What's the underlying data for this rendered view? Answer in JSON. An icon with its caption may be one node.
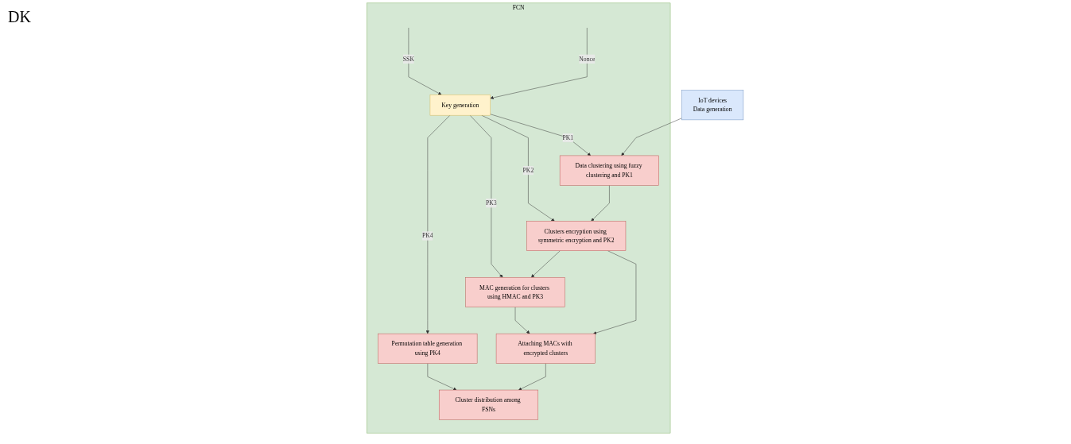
{
  "diagram": {
    "nodes": [
      {
        "text": [
          "FCN"
        ]
      },
      {
        "text": [
          "Key generation"
        ],
        "in": 0
      },
      {
        "text": [
          "IoT devices",
          "Data generation"
        ]
      },
      {
        "text": [
          "Data clustering using fuzzy clustering and PK1"
        ],
        "in": 0
      },
      {
        "text": [
          "Clusters encryption using symmetric encryption and PK2"
        ],
        "in": 0
      },
      {
        "text": [
          "MAC generation for clusters using HMAC and PK3"
        ],
        "in": 0
      },
      {
        "text": [
          "Permutation table generation using PK4"
        ],
        "in": 0
      },
      {
        "text": [
          "Attaching MACs with encrypted clusters"
        ],
        "in": 0
      },
      {
        "text": [
          "Cluster distribution among FSNs"
        ],
        "in": 0
      }
    ],
    "edges": [
      {
        "from": null,
        "to": 1,
        "arrow": "to",
        "label": "SSK"
      },
      {
        "from": null,
        "to": 1,
        "arrow": "to",
        "label": "Nonce"
      },
      {
        "from": 1,
        "to": 3,
        "arrow": "to",
        "label": "PK1"
      },
      {
        "from": 1,
        "to": 4,
        "arrow": "to",
        "label": "PK2"
      },
      {
        "from": 1,
        "to": 5,
        "arrow": "to",
        "label": "PK3"
      },
      {
        "from": 1,
        "to": 6,
        "arrow": "to",
        "label": "PK4"
      },
      {
        "from": 2,
        "to": 3,
        "arrow": "to"
      },
      {
        "from": 3,
        "to": 4,
        "arrow": "to"
      },
      {
        "from": 4,
        "to": 5,
        "arrow": "to"
      },
      {
        "from": 5,
        "to": 7,
        "arrow": "to"
      },
      {
        "from": 6,
        "to": 8,
        "arrow": "to"
      },
      {
        "from": 4,
        "to": 7,
        "arrow": "to"
      },
      {
        "from": 7,
        "to": 8,
        "arrow": "to"
      }
    ],
    "labels": [
      "DK"
    ]
  }
}
